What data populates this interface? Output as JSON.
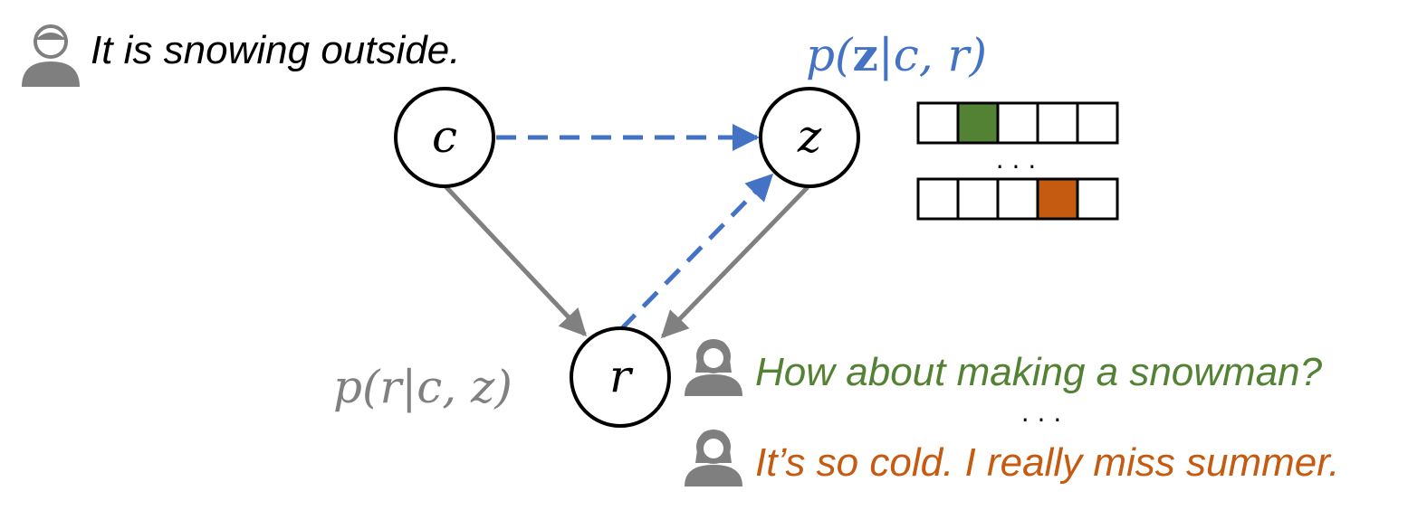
{
  "speaker_context": {
    "utterance": "It is snowing outside."
  },
  "nodes": {
    "c": {
      "label": "c"
    },
    "z": {
      "label": "z"
    },
    "r": {
      "label": "r"
    }
  },
  "posterior": {
    "prefix": "p(",
    "bold_var": "z",
    "suffix": "|c, r)",
    "color": "#4472C4"
  },
  "likelihood": {
    "text": "p(r|c, z)",
    "color": "#808080"
  },
  "latent_codes": {
    "cells_per_row": 5,
    "rows": [
      {
        "highlight_index": 1,
        "highlight_color": "#548235"
      },
      {
        "highlight_index": 3,
        "highlight_color": "#C55A11"
      }
    ],
    "ellipsis": ". . ."
  },
  "responses": [
    {
      "text": "How about making a snowman?",
      "color": "#548235"
    },
    {
      "text": "It’s so cold. I really miss summer.",
      "color": "#C55A11"
    }
  ],
  "responses_ellipsis": ". . .",
  "colors": {
    "dashed_arrow": "#4472C4",
    "solid_arrow": "#808080",
    "person_icon": "#7F7F7F"
  }
}
